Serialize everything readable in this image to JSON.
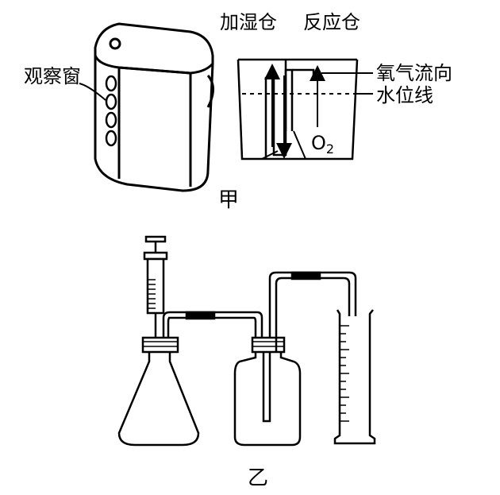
{
  "figure_jia": {
    "caption": "甲",
    "labels": {
      "observation_window": "观察窗",
      "humidifier_chamber": "加湿仓",
      "reaction_chamber": "反应仓",
      "oxygen_flow_direction": "氧气流向",
      "water_level_line": "水位线",
      "oxygen_formula": "O",
      "oxygen_subscript": "2"
    }
  },
  "figure_yi": {
    "caption": "乙"
  }
}
